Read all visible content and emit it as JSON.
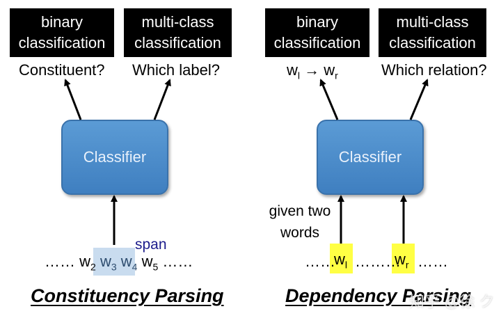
{
  "left_panel": {
    "binary_box": {
      "line1": "binary",
      "line2": "classification"
    },
    "multiclass_box": {
      "line1": "multi-class",
      "line2": "classification"
    },
    "binary_question": "Constituent?",
    "multiclass_question": "Which label?",
    "classifier_label": "Classifier",
    "span_label": "span",
    "sequence": {
      "leading_dots": "……",
      "w2": "w",
      "w2_sub": "2",
      "w3": "w",
      "w3_sub": "3",
      "w4": "w",
      "w4_sub": "4",
      "w5": "w",
      "w5_sub": "5",
      "trailing_dots": "……"
    },
    "caption": "Constituency Parsing"
  },
  "right_panel": {
    "binary_box": {
      "line1": "binary",
      "line2": "classification"
    },
    "multiclass_box": {
      "line1": "multi-class",
      "line2": "classification"
    },
    "binary_question": {
      "w": "w",
      "l": "l",
      "arrow": "→",
      "w2": "w",
      "r": "r"
    },
    "multiclass_question": "Which relation?",
    "classifier_label": "Classifier",
    "given_label": {
      "line1": "given two",
      "line2": "words"
    },
    "sequence": {
      "dots1": "……",
      "wl": "w",
      "wl_sub": "l",
      "dots2": "………",
      "wr": "w",
      "wr_sub": "r",
      "dots3": "……"
    },
    "caption": "Dependency Parsing"
  },
  "watermark": "知乎 @徐 ク",
  "colors": {
    "classifier_fill": "#4f8fcf",
    "span_highlight": "#c9dcef",
    "word_highlight": "#ffff44",
    "span_label": "#1c1c8c"
  }
}
